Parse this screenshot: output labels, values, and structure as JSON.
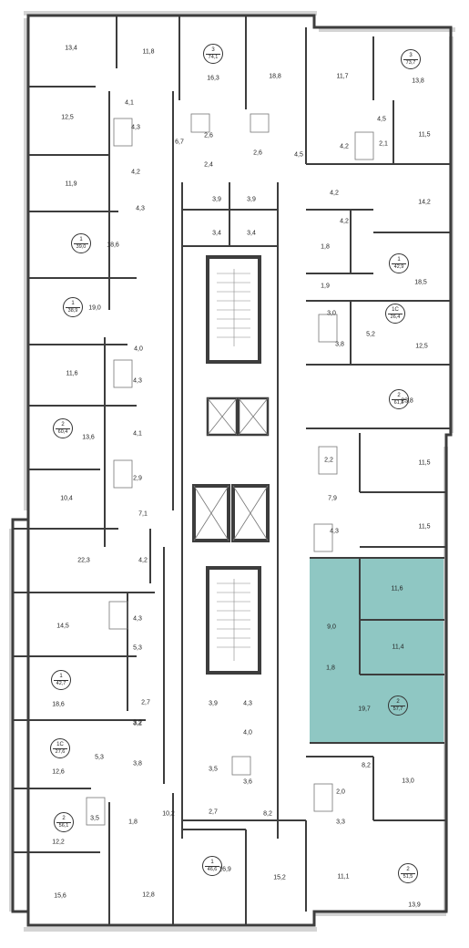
{
  "highlight_color": "#8fc7c3",
  "wall_color": "#3d3d3d",
  "window_color": "#c9c9c9",
  "apartments": [
    {
      "id": "a1",
      "number": "3",
      "area": "74,1"
    },
    {
      "id": "a2",
      "number": "3",
      "area": "73,7"
    },
    {
      "id": "a3",
      "number": "1",
      "area": "39,0"
    },
    {
      "id": "a4",
      "number": "1",
      "area": "42,9"
    },
    {
      "id": "a5",
      "number": "1",
      "area": "38,9"
    },
    {
      "id": "a6",
      "number": "1C",
      "area": "26,4"
    },
    {
      "id": "a7",
      "number": "2",
      "area": "61,2"
    },
    {
      "id": "a8",
      "number": "2",
      "area": "60,4"
    },
    {
      "id": "a9",
      "number": "2",
      "area": "57,7"
    },
    {
      "id": "a10",
      "number": "1",
      "area": "42,7"
    },
    {
      "id": "a11",
      "number": "1C",
      "area": "27,6"
    },
    {
      "id": "a12",
      "number": "2",
      "area": "56,1"
    },
    {
      "id": "a13",
      "number": "1",
      "area": "46,6"
    },
    {
      "id": "a14",
      "number": "2",
      "area": "51,5"
    }
  ],
  "room_areas": [
    "13,4",
    "11,8",
    "16,3",
    "18,8",
    "11,7",
    "13,8",
    "4,1",
    "12,5",
    "4,3",
    "6,7",
    "2,6",
    "2,6",
    "4,5",
    "4,2",
    "2,1",
    "11,5",
    "4,2",
    "2,4",
    "4,5",
    "11,9",
    "4,3",
    "3,9",
    "3,9",
    "4,2",
    "14,2",
    "3,4",
    "3,4",
    "4,2",
    "18,6",
    "1,8",
    "18,5",
    "1,9",
    "19,0",
    "3,0",
    "5,2",
    "12,5",
    "3,8",
    "4,0",
    "11,6",
    "4,3",
    "23,8",
    "13,6",
    "4,1",
    "2,2",
    "11,5",
    "2,9",
    "10,4",
    "7,9",
    "7,1",
    "4,3",
    "11,5",
    "22,3",
    "4,2",
    "11,6",
    "3,2",
    "9,0",
    "14,5",
    "4,3",
    "5,3",
    "11,4",
    "1,8",
    "18,6",
    "2,7",
    "3,9",
    "4,3",
    "19,7",
    "4,0",
    "3,2",
    "5,3",
    "3,8",
    "8,2",
    "12,6",
    "3,5",
    "3,6",
    "13,0",
    "2,0",
    "10,2",
    "3,5",
    "1,8",
    "2,7",
    "8,2",
    "12,2",
    "3,3",
    "16,9",
    "15,2",
    "11,1",
    "15,6",
    "12,8",
    "13,9"
  ]
}
